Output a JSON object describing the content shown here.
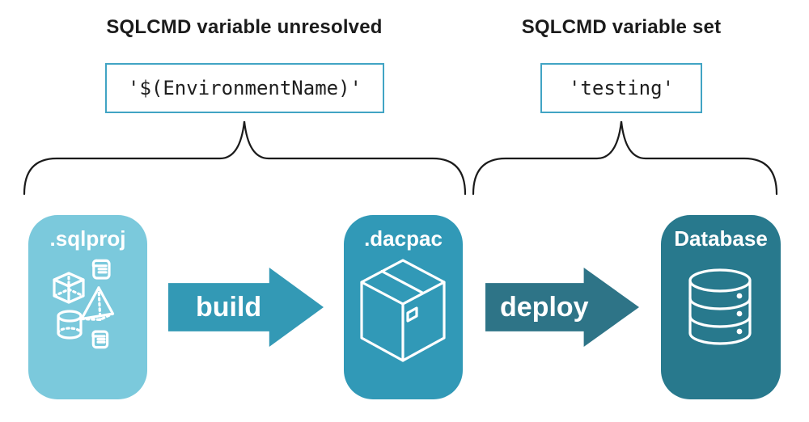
{
  "annotations": {
    "left": {
      "heading": "SQLCMD variable unresolved",
      "code": "'$(EnvironmentName)'"
    },
    "right": {
      "heading": "SQLCMD variable set",
      "code": "'testing'"
    }
  },
  "nodes": [
    {
      "id": "sqlproj",
      "label": ".sqlproj",
      "icons": [
        "scroll-icon",
        "cube-icon",
        "pyramid-icon",
        "cylinder-icon",
        "scroll-icon"
      ]
    },
    {
      "id": "dacpac",
      "label": ".dacpac",
      "icons": [
        "package-box-icon"
      ]
    },
    {
      "id": "database",
      "label": "Database",
      "icons": [
        "database-cylinder-icon"
      ]
    }
  ],
  "arrows": [
    {
      "label": "build"
    },
    {
      "label": "deploy"
    }
  ],
  "colors": {
    "sqlproj_fill": "#7bc9dc",
    "dacpac_fill": "#3199b7",
    "database_fill": "#28798d",
    "build_arrow_fill": "#3399b5",
    "deploy_arrow_fill": "#2e7487",
    "code_border": "#41a4c4",
    "brace_stroke": "#1b1b1b",
    "heading_text": "#1b1b1b",
    "code_text": "#1f1f1f",
    "icon_stroke": "#ffffff",
    "background": "#ffffff"
  }
}
